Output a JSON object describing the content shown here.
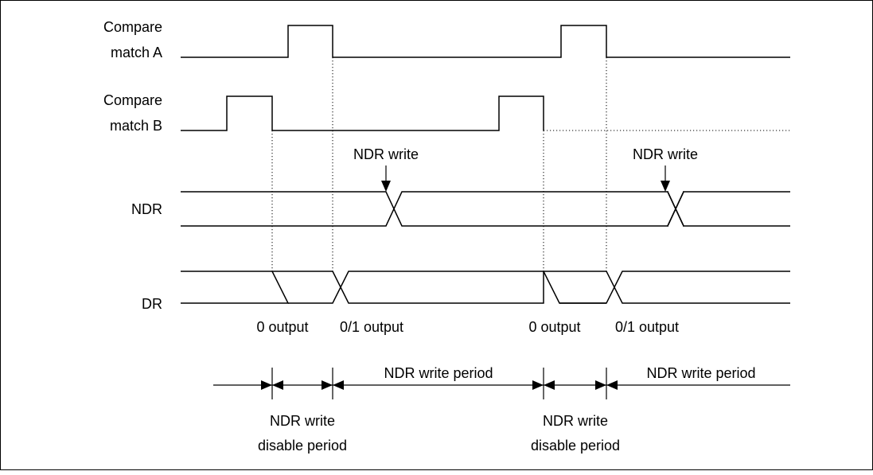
{
  "signals": {
    "compare_a": {
      "label_line1": "Compare",
      "label_line2": "match A"
    },
    "compare_b": {
      "label_line1": "Compare",
      "label_line2": "match B"
    },
    "ndr": {
      "label": "NDR"
    },
    "dr": {
      "label": "DR"
    }
  },
  "annotations": {
    "ndr_write_1": "NDR write",
    "ndr_write_2": "NDR write",
    "zero_output_1": "0 output",
    "zero_one_output_1": "0/1 output",
    "zero_output_2": "0 output",
    "zero_one_output_2": "0/1 output"
  },
  "periods": {
    "write_period_1": "NDR write period",
    "write_period_2": "NDR write period",
    "disable_1_line1": "NDR write",
    "disable_1_line2": "disable period",
    "disable_2_line1": "NDR write",
    "disable_2_line2": "disable period"
  }
}
